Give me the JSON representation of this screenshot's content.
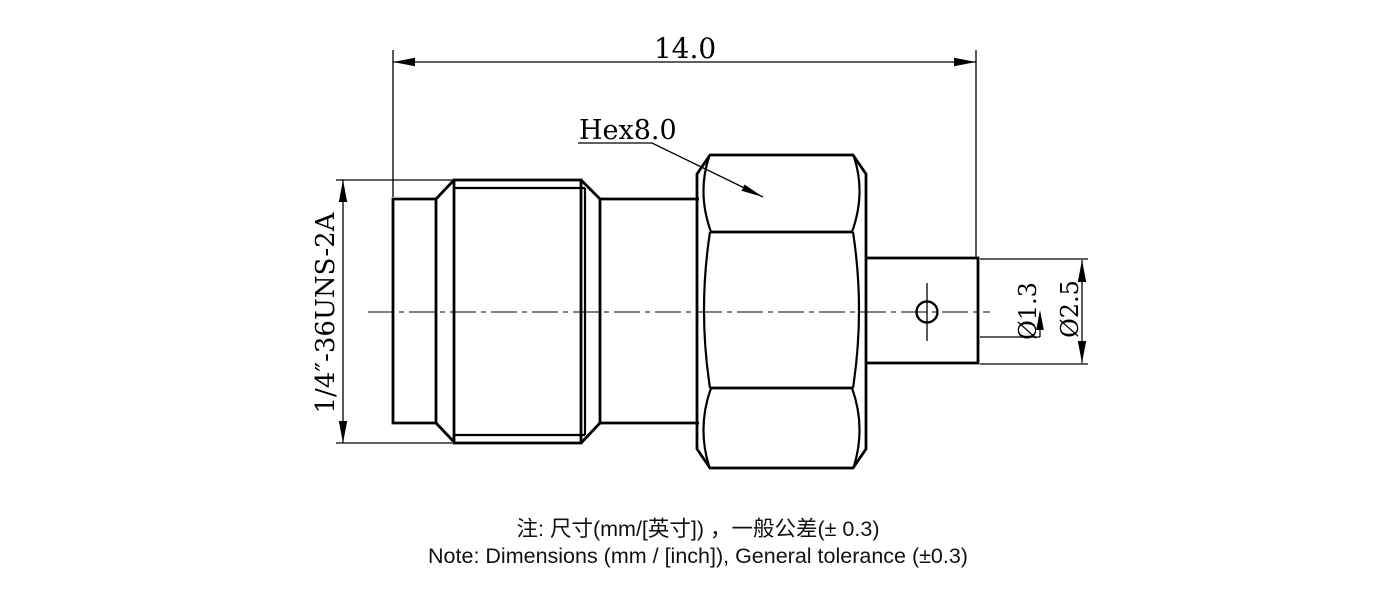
{
  "drawing": {
    "dim_overall_length": "14.0",
    "hex_label": "Hex8.0",
    "thread_label": "1/4″-36UNS-2A",
    "pin_diameter": "Ø1.3",
    "body_diameter": "Ø2.5"
  },
  "notes": {
    "line1_zh": "注: 尺寸(mm/[英寸]) ，一般公差(± 0.3)",
    "line2_en": "Note: Dimensions (mm / [inch]), General tolerance (±0.3)"
  },
  "colors": {
    "line": "#000000",
    "background": "#ffffff"
  }
}
